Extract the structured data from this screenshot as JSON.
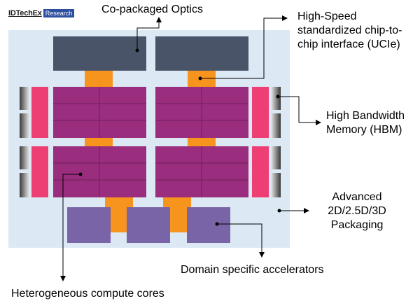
{
  "logo": {
    "brand": "IDTechEx",
    "tag": "Research"
  },
  "labels": {
    "optics": "Co-packaged Optics",
    "ucie": "High-Speed standardized chip-to-chip interface (UCIe)",
    "hbm": "High Bandwidth Memory (HBM)",
    "packaging": "Advanced 2D/2.5D/3D Packaging",
    "accelerators": "Domain specific accelerators",
    "compute": "Heterogeneous compute cores"
  },
  "colors": {
    "substrate": "#dce9f5",
    "optics": "#4a5468",
    "interconnect": "#f7941d",
    "compute": "#9b2d7f",
    "hbm_phy": "#ee3f75",
    "accelerator": "#7a64a8",
    "arrow": "#000000"
  }
}
